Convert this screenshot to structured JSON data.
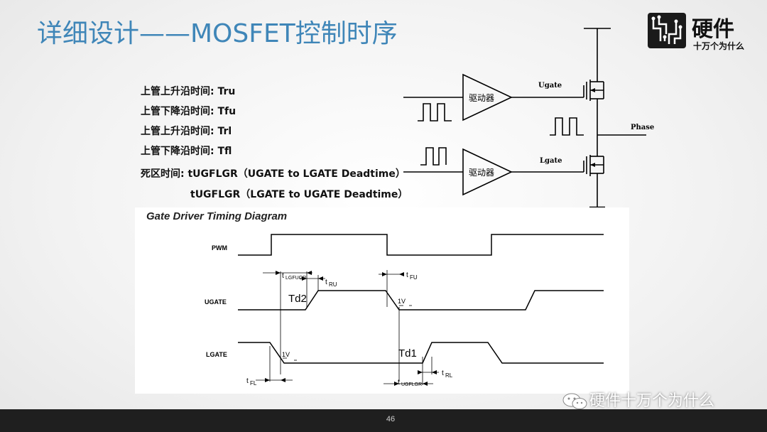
{
  "slide": {
    "title": "详细设计——MOSFET控制时序",
    "page_number": "46",
    "watermark": "硬件十万个为什么"
  },
  "logo": {
    "main": "硬件",
    "sub": "十万个为什么"
  },
  "params": [
    "上管上升沿时间: Tru",
    "上管下降沿时间:  Tfu",
    "上管上升沿时间:  Trl",
    "上管下降沿时间:  Tfl",
    "死区时间: tUGFLGR（UGATE to LGATE Deadtime）",
    "tUGFLGR（LGATE to UGATE Deadtime）"
  ],
  "circuit": {
    "driver_top": "驱动器",
    "driver_bottom": "驱动器",
    "ugate": "Ugate",
    "lgate": "Lgate",
    "phase": "Phase"
  },
  "timing": {
    "title": "Gate Driver Timing Diagram",
    "signals": [
      "PWM",
      "UGATE",
      "LGATE"
    ],
    "t_lgfugr": "t",
    "t_lgfugr_sub": "LGFUGR",
    "t_ru": "t",
    "t_ru_sub": "RU",
    "t_fu": "t",
    "t_fu_sub": "FU",
    "t_fl": "t",
    "t_fl_sub": "FL",
    "t_ugflgr": "t",
    "t_ugflgr_sub": "UGFLGR",
    "t_rl": "t",
    "t_rl_sub": "RL",
    "td1": "Td1",
    "td2": "Td2",
    "v1_a": "1V",
    "v1_b": "1V"
  }
}
